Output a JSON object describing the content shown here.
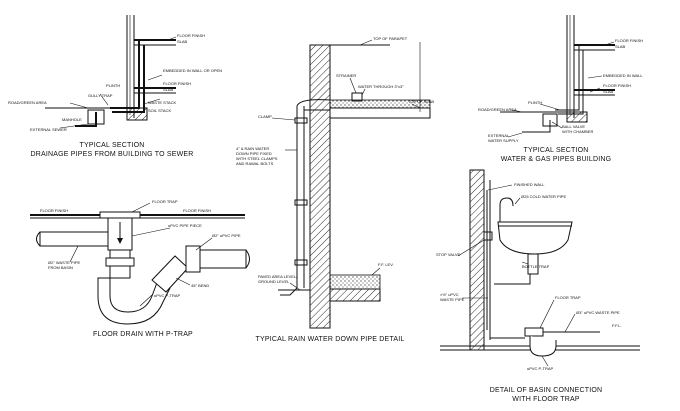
{
  "drainage": {
    "caption_line1": "TYPICAL SECTION",
    "caption_line2": "DRAINAGE PIPES FROM BUILDING TO SEWER",
    "floor_finish": "FLOOR FINISH",
    "slab": "SLAB",
    "embedded": "EMBEDDED IN WALL OR OPEN",
    "floor_finish2": "FLOOR FINISH",
    "slab2": "SLAB",
    "plinth": "PLINTH",
    "gully_trap": "GULLY TRAP",
    "waste_stack": "WASTE STACK",
    "soil_stack": "SOIL STACK",
    "road_area": "ROAD/GREEN AREA",
    "manhole": "MANHOLE",
    "external_sewer": "EXTERNAL SEWER"
  },
  "rainwater": {
    "caption": "TYPICAL RAIN WATER DOWN PIPE DETAIL",
    "top_parapet": "TOP OF PARAPET",
    "strainer": "STRAINER",
    "water_through": "WATER THROUGH 3\"x3\"",
    "top_slab": "TOP OF SLAB",
    "clamp": "CLAMP",
    "down_pipe_1": "4\" & RAIN WATER",
    "down_pipe_2": "DOWN PIPE FIXED",
    "down_pipe_3": "WITH STEEL CLAMPS",
    "down_pipe_4": "AND RAWAL BOLTS",
    "ffl": "F.F. LEV.",
    "paved_1": "PAVED AREA LEVEL/",
    "paved_2": "GROUND LEVEL"
  },
  "watergas": {
    "caption_line1": "TYPICAL SECTION",
    "caption_line2": "WATER & GAS PIPES BUILDING",
    "floor_finish": "FLOOR FINISH",
    "slab": "SLAB",
    "embedded": "EMBEDDED IN WALL",
    "floor_finish2": "FLOOR FINISH",
    "slab2": "SLAB",
    "plinth": "PLINTH",
    "road_area": "ROAD/GREEN AREA",
    "ball_valve_1": "BALL VALVE",
    "ball_valve_2": "WITH CHAMBER",
    "external_1": "EXTERNAL",
    "external_2": "WATER SUPPLY"
  },
  "floordrain": {
    "caption": "FLOOR DRAIN WITH P-TRAP",
    "floor_trap": "FLOOR TRAP",
    "floor_finish_left": "FLOOR FINISH",
    "floor_finish_right": "FLOOR FINISH",
    "upvc_piece": "uPVC PIPE PIECE",
    "upvc_pipe": "Ø2\" uPVC PIPE",
    "waste_1": "Ø2\" WASTE PIPE",
    "waste_2": "FROM BASIN",
    "bend": "45° BEND",
    "ptrap": "uPVC P-TRAP"
  },
  "basin": {
    "caption_line1": "DETAIL OF BASIN CONNECTION",
    "caption_line2": "WITH FLOOR TRAP",
    "finished_wall": "FINISHED WALL",
    "cold_water": "Ø25 COLD WATER PIPE",
    "stop_valve": "STOP VALVE",
    "bottle_trap": "BOTTLE TRAP",
    "waste_1": "×½\" uPVC",
    "waste_2": "WASTE PIPE",
    "floor_trap": "FLOOR TRAP",
    "waste_pipe": "Ø3\" uPVC WASTE PIPE",
    "ffl": "F.F.L.",
    "ptrap": "uPVC P-TRAP"
  }
}
